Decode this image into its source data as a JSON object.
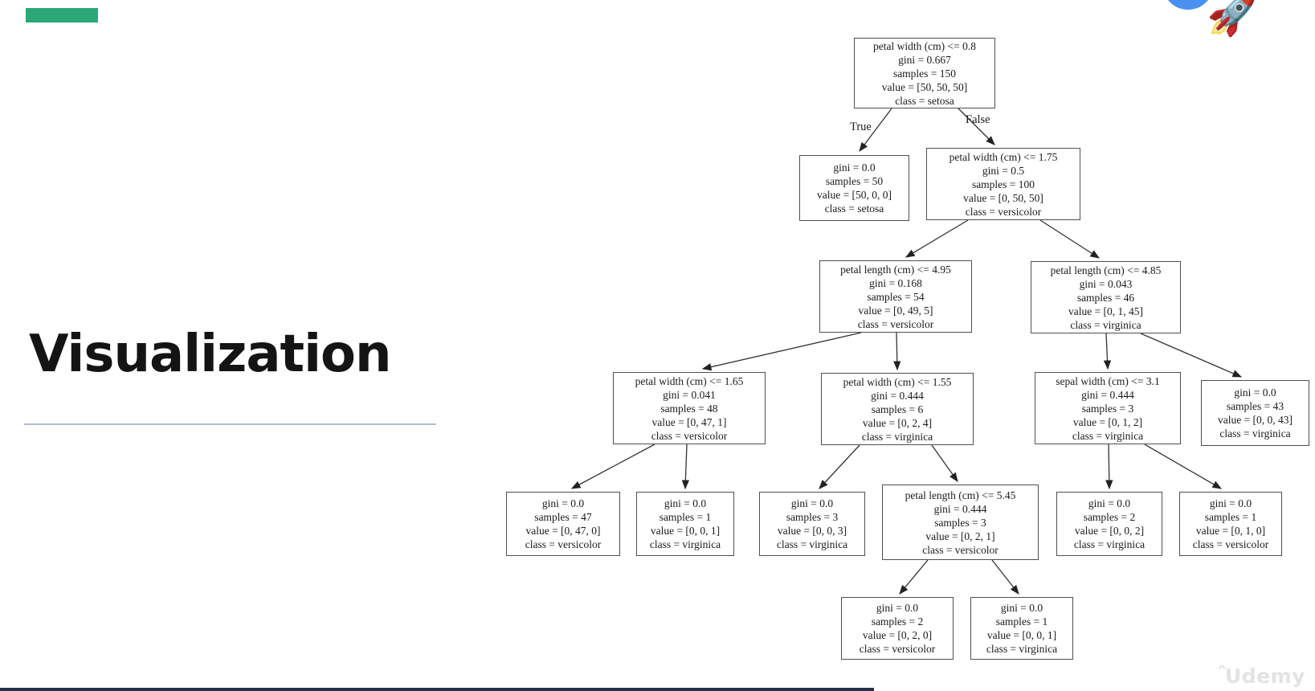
{
  "slide": {
    "title": "Visualization",
    "accent_color": "#2aa878",
    "underline_color": "#aebfd6",
    "rocket_icon": "🚀",
    "watermark_caret": "ˆ",
    "watermark": "Udemy"
  },
  "tree": {
    "true_label": "True",
    "false_label": "False",
    "nodes": {
      "root": {
        "lines": [
          "petal width (cm) <= 0.8",
          "gini = 0.667",
          "samples = 150",
          "value = [50, 50, 50]",
          "class = setosa"
        ]
      },
      "setosa": {
        "lines": [
          "gini = 0.0",
          "samples = 50",
          "value = [50, 0, 0]",
          "class = setosa"
        ]
      },
      "pw175": {
        "lines": [
          "petal width (cm) <= 1.75",
          "gini = 0.5",
          "samples = 100",
          "value = [0, 50, 50]",
          "class = versicolor"
        ]
      },
      "pl495": {
        "lines": [
          "petal length (cm) <= 4.95",
          "gini = 0.168",
          "samples = 54",
          "value = [0, 49, 5]",
          "class = versicolor"
        ]
      },
      "pl485": {
        "lines": [
          "petal length (cm) <= 4.85",
          "gini = 0.043",
          "samples = 46",
          "value = [0, 1, 45]",
          "class = virginica"
        ]
      },
      "pw165": {
        "lines": [
          "petal width (cm) <= 1.65",
          "gini = 0.041",
          "samples = 48",
          "value = [0, 47, 1]",
          "class = versicolor"
        ]
      },
      "pw155": {
        "lines": [
          "petal width (cm) <= 1.55",
          "gini = 0.444",
          "samples = 6",
          "value = [0, 2, 4]",
          "class = virginica"
        ]
      },
      "sw31": {
        "lines": [
          "sepal width (cm) <= 3.1",
          "gini = 0.444",
          "samples = 3",
          "value = [0, 1, 2]",
          "class = virginica"
        ]
      },
      "leaf43": {
        "lines": [
          "gini = 0.0",
          "samples = 43",
          "value = [0, 0, 43]",
          "class = virginica"
        ]
      },
      "leaf47": {
        "lines": [
          "gini = 0.0",
          "samples = 47",
          "value = [0, 47, 0]",
          "class = versicolor"
        ]
      },
      "leaf001a": {
        "lines": [
          "gini = 0.0",
          "samples = 1",
          "value = [0, 0, 1]",
          "class = virginica"
        ]
      },
      "leaf003": {
        "lines": [
          "gini = 0.0",
          "samples = 3",
          "value = [0, 0, 3]",
          "class = virginica"
        ]
      },
      "pl545": {
        "lines": [
          "petal length (cm) <= 5.45",
          "gini = 0.444",
          "samples = 3",
          "value = [0, 2, 1]",
          "class = versicolor"
        ]
      },
      "leaf002": {
        "lines": [
          "gini = 0.0",
          "samples = 2",
          "value = [0, 0, 2]",
          "class = virginica"
        ]
      },
      "leaf010": {
        "lines": [
          "gini = 0.0",
          "samples = 1",
          "value = [0, 1, 0]",
          "class = versicolor"
        ]
      },
      "leaf020": {
        "lines": [
          "gini = 0.0",
          "samples = 2",
          "value = [0, 2, 0]",
          "class = versicolor"
        ]
      },
      "leaf001b": {
        "lines": [
          "gini = 0.0",
          "samples = 1",
          "value = [0, 0, 1]",
          "class = virginica"
        ]
      }
    }
  }
}
